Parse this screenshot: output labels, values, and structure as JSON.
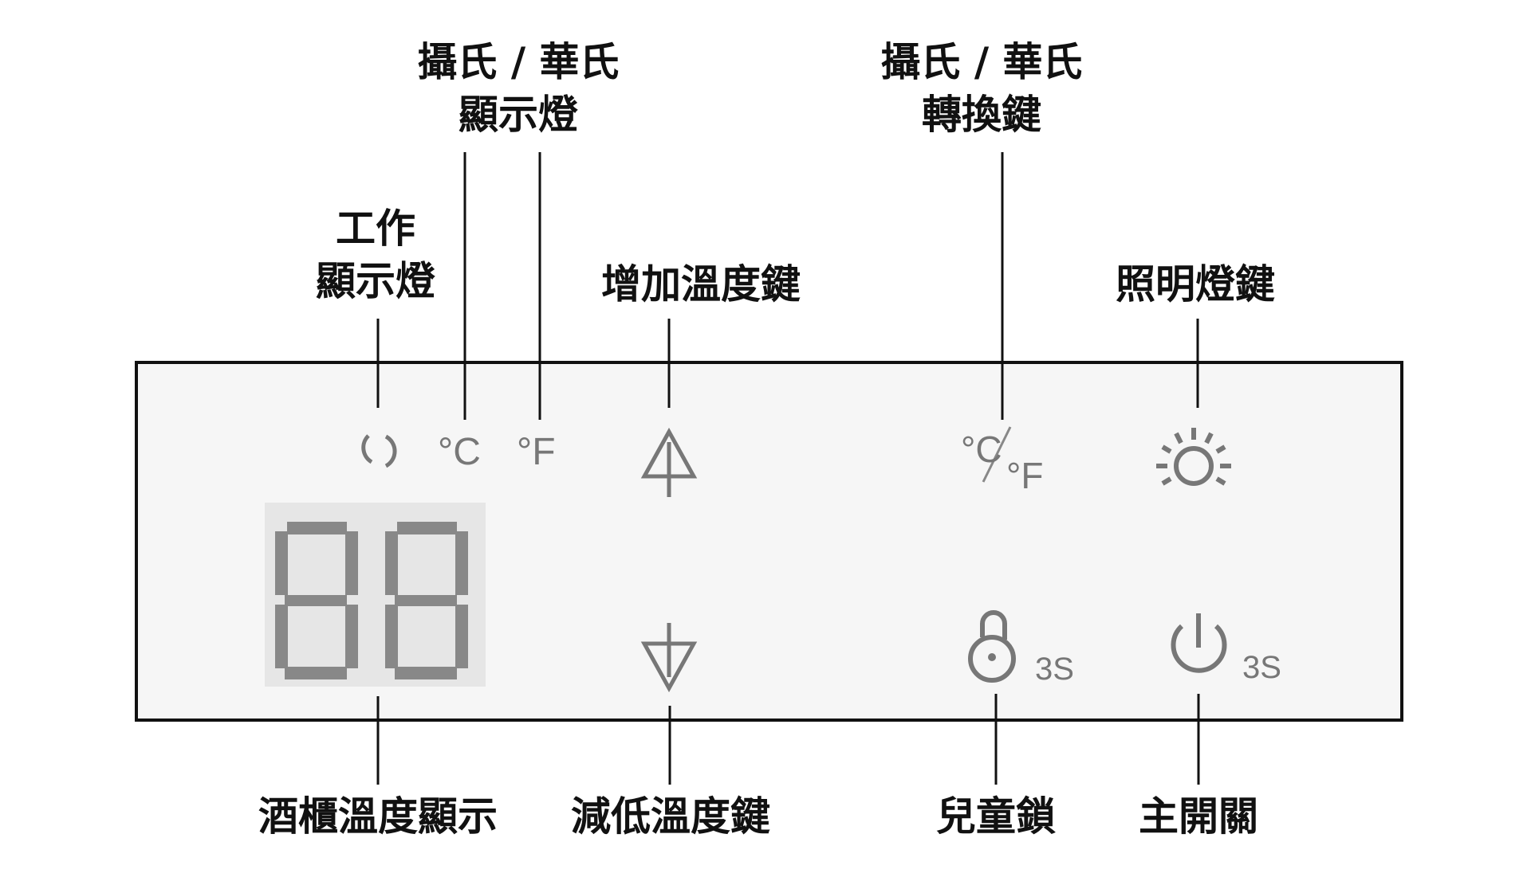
{
  "labels": {
    "cf_indicator": [
      "攝氏 / 華氏",
      "顯示燈"
    ],
    "cf_switch": [
      "攝氏 / 華氏",
      "轉換鍵"
    ],
    "working_indicator": [
      "工作",
      "顯示燈"
    ],
    "temp_up": "增加溫度鍵",
    "light_key": "照明燈鍵",
    "temp_display": "酒櫃溫度顯示",
    "temp_down": "減低溫度鍵",
    "child_lock": "兒童鎖",
    "main_power": "主開關"
  },
  "panel": {
    "celsius": "°C",
    "fahrenheit": "°F",
    "cf_c": "°C",
    "cf_f": "°F",
    "display_value": "88",
    "lock_hold": "3S",
    "power_hold": "3S"
  },
  "colors": {
    "icon": "#777777",
    "line": "#111111",
    "panel_bg": "#f6f6f6"
  }
}
